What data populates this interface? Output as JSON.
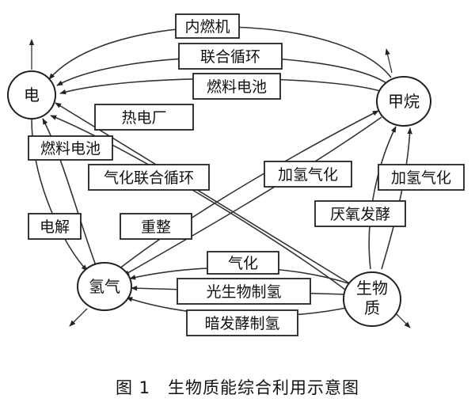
{
  "nodes": {
    "electricity": "电",
    "methane": "甲烷",
    "hydrogen": "氢气",
    "biomass_line1": "生物",
    "biomass_line2": "质"
  },
  "labels": {
    "internal_combustion": "内燃机",
    "combined_cycle": "联合循环",
    "fuel_cell_methane": "燃料电池",
    "thermal_power_plant": "热电厂",
    "fuel_cell_hydrogen": "燃料电池",
    "gasification_combined_cycle": "气化联合循环",
    "hydrogasification_center": "加氢气化",
    "hydrogasification_right": "加氢气化",
    "anaerobic_fermentation": "厌氧发酵",
    "electrolysis": "电解",
    "reforming": "重整",
    "gasification": "气化",
    "photobiological_hydrogen": "光生物制氢",
    "dark_fermentation_hydrogen": "暗发酵制氢"
  },
  "caption": "图 1　生物质能综合利用示意图"
}
